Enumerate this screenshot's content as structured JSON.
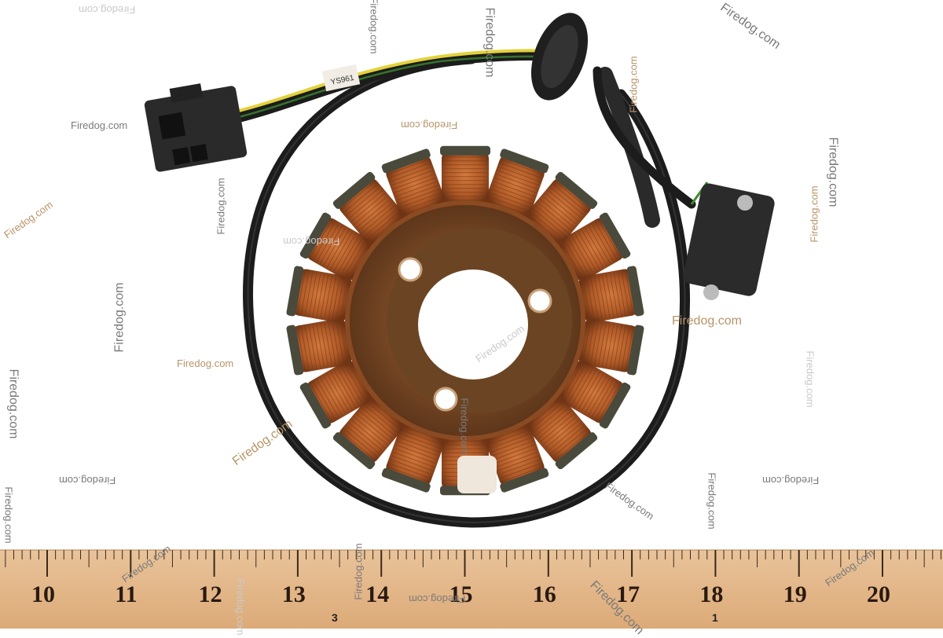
{
  "image": {
    "subject": "Motorcycle stator (alternator coil assembly) with wiring harness and connector",
    "background_color": "#ffffff",
    "copper_color": "#b05a28",
    "wire_color": "#1c1c1c",
    "ruler_color": "#e7b98e"
  },
  "watermark": {
    "text": "Firedog.com"
  },
  "ruler": {
    "labels": [
      "10",
      "11",
      "12",
      "13",
      "14",
      "15",
      "16",
      "17",
      "18",
      "19",
      "20"
    ],
    "small_marks": [
      "3",
      "1"
    ]
  },
  "harness": {
    "label_text": "YS961"
  }
}
